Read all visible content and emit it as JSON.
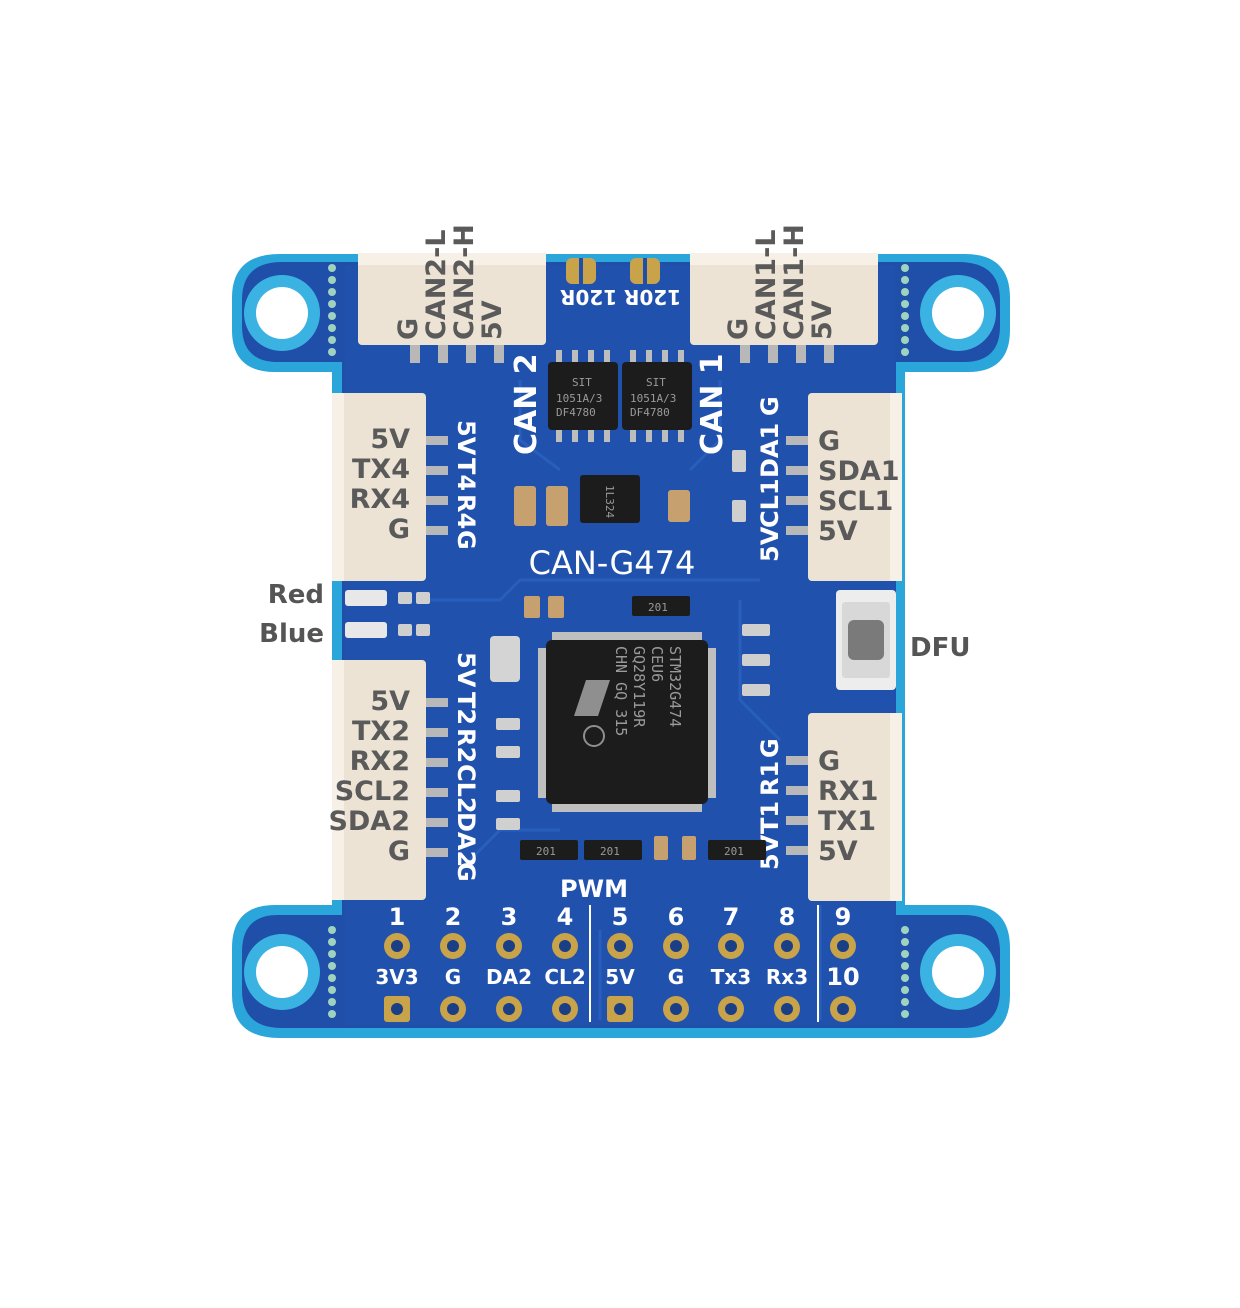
{
  "board": {
    "name": "CAN-G474",
    "colors": {
      "pcb_blue": "#1f4fa8",
      "pcb_edge": "#2aa0d6",
      "connector": "#ece3d4",
      "chip": "#1c1c1c",
      "silkscreen": "#ffffff",
      "gold": "#c9a34a"
    }
  },
  "external_labels": {
    "led_red": "Red",
    "led_blue": "Blue",
    "dfu": "DFU"
  },
  "top_connectors": {
    "can2": {
      "pins": [
        "G",
        "CAN2-L",
        "CAN2-H",
        "5V"
      ],
      "silk": "CAN 2"
    },
    "can1": {
      "pins": [
        "G",
        "CAN1-L",
        "CAN1-H",
        "5V"
      ],
      "silk": "CAN 1"
    }
  },
  "terminators": [
    "120R",
    "120R"
  ],
  "left_connectors": {
    "uart4": {
      "pins": [
        "5V",
        "TX4",
        "RX4",
        "G"
      ],
      "silk": [
        "5V",
        "T4",
        "R4",
        "G"
      ]
    },
    "uart2_i2c2": {
      "pins": [
        "5V",
        "TX2",
        "RX2",
        "SCL2",
        "SDA2",
        "G"
      ],
      "silk": [
        "5V",
        "T2",
        "R2",
        "CL2",
        "DA2",
        "G"
      ]
    }
  },
  "right_connectors": {
    "i2c1": {
      "pins": [
        "G",
        "SDA1",
        "SCL1",
        "5V"
      ],
      "silk": [
        "5V",
        "CL1",
        "DA1",
        "G"
      ]
    },
    "uart1": {
      "pins": [
        "G",
        "RX1",
        "TX1",
        "5V"
      ],
      "silk": [
        "5V",
        "T1",
        "R1",
        "G"
      ]
    }
  },
  "transceivers": [
    {
      "lines": [
        "SIT",
        "1051A/3",
        "DF4780"
      ]
    },
    {
      "lines": [
        "SIT",
        "1051A/3",
        "DF4780"
      ]
    }
  ],
  "mcu": {
    "lines": [
      "STM32G474",
      "CEU6",
      "GQ28Y119R",
      "CHN GQ 315"
    ]
  },
  "small_parts": {
    "resistor_code": "201",
    "regulator": "1L324"
  },
  "pwm": {
    "title": "PWM",
    "numbers": [
      "1",
      "2",
      "3",
      "4",
      "5",
      "6",
      "7",
      "8",
      "9"
    ],
    "number_10": "10",
    "labels": [
      "3V3",
      "G",
      "DA2",
      "CL2",
      "5V",
      "G",
      "Tx3",
      "Rx3"
    ]
  }
}
